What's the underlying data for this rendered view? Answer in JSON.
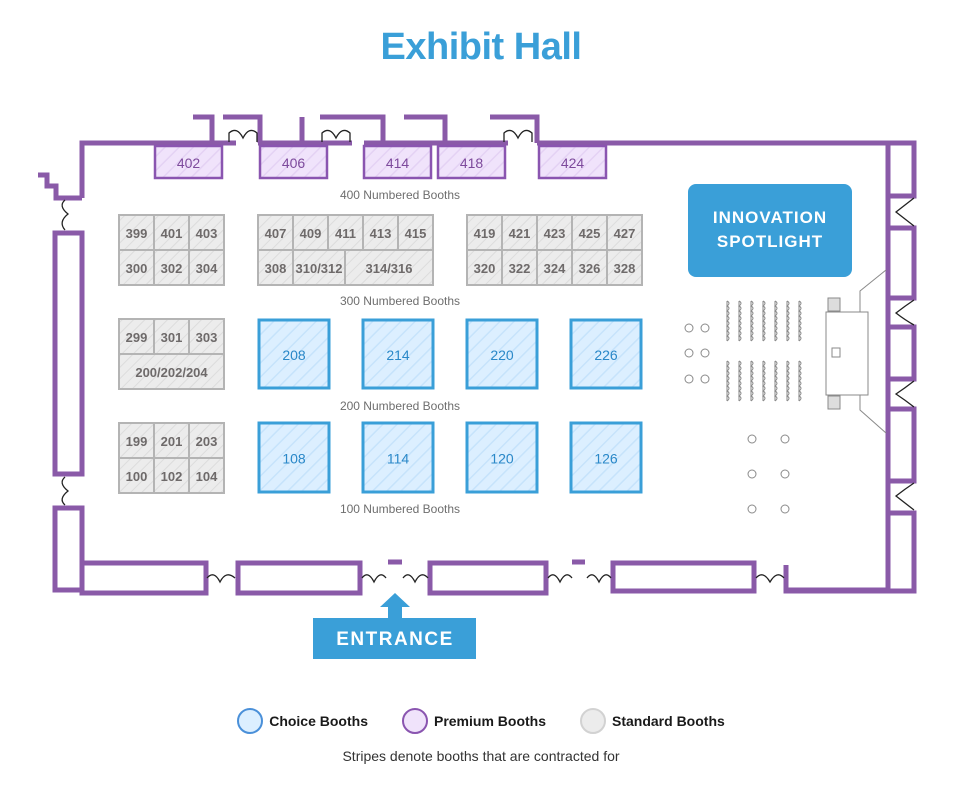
{
  "title": "Exhibit Hall",
  "colors": {
    "title": "#3a9fd8",
    "choice_fill": "#dcefff",
    "choice_stroke": "#3a9fd8",
    "premium_fill": "#f0e3fb",
    "premium_stroke": "#8a55b0",
    "standard_fill": "#ececec",
    "standard_stroke": "#b4b4b4",
    "wall_start": "#4a90d9",
    "wall_end": "#8a5aa8",
    "spotlight": "#3a9fd8",
    "entrance": "#3a9fd8"
  },
  "premium_booths": [
    "402",
    "406",
    "414",
    "418",
    "424"
  ],
  "standard_blocks": {
    "block_400_left": {
      "top": [
        "399",
        "401",
        "403"
      ],
      "bottom": [
        "300",
        "302",
        "304"
      ]
    },
    "block_400_mid": {
      "top": [
        "407",
        "409",
        "411",
        "413",
        "415"
      ],
      "bottom": [
        "308",
        "310/312",
        "314/316"
      ]
    },
    "block_400_right": {
      "top": [
        "419",
        "421",
        "423",
        "425",
        "427"
      ],
      "bottom": [
        "320",
        "322",
        "324",
        "326",
        "328"
      ]
    },
    "block_200": {
      "top": [
        "299",
        "301",
        "303"
      ],
      "bottom": [
        "200/202/204"
      ]
    },
    "block_100": {
      "top": [
        "199",
        "201",
        "203"
      ],
      "bottom": [
        "100",
        "102",
        "104"
      ]
    }
  },
  "choice_booths": {
    "row_200": [
      "208",
      "214",
      "220",
      "226"
    ],
    "row_100": [
      "108",
      "114",
      "120",
      "126"
    ]
  },
  "section_labels": {
    "s400": "400 Numbered Booths",
    "s300": "300 Numbered Booths",
    "s200": "200 Numbered Booths",
    "s100": "100 Numbered Booths"
  },
  "spotlight": {
    "line1": "INNOVATION",
    "line2": "SPOTLIGHT"
  },
  "entrance": "ENTRANCE",
  "legend": [
    {
      "label": "Choice Booths",
      "type": "choice"
    },
    {
      "label": "Premium Booths",
      "type": "premium"
    },
    {
      "label": "Standard Booths",
      "type": "standard"
    }
  ],
  "note": "Stripes denote booths that are contracted for"
}
